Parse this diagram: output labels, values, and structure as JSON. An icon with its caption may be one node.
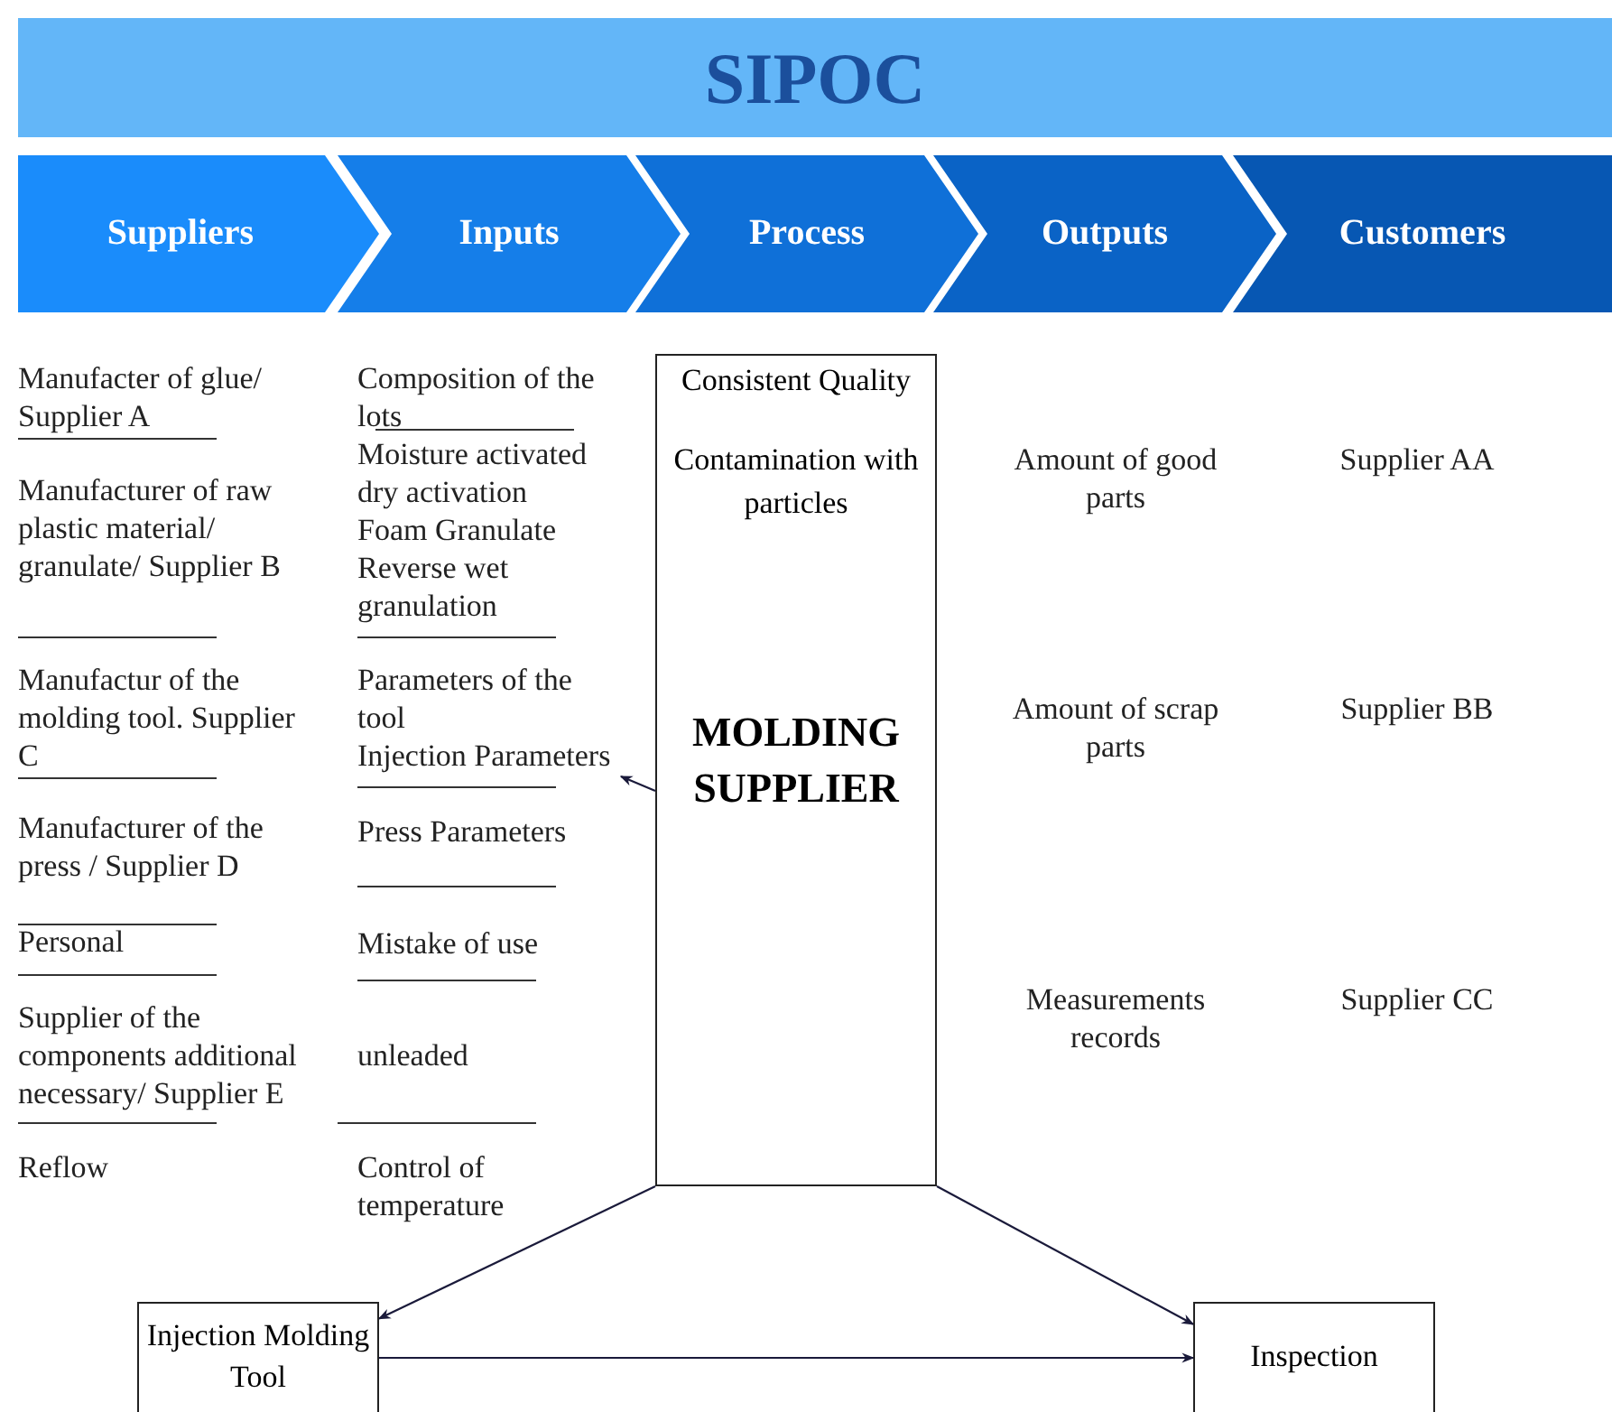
{
  "diagram": {
    "title": "SIPOC",
    "nodes": [
      {
        "text": [
          "Suppliers"
        ]
      },
      {
        "text": [
          "Inputs"
        ]
      },
      {
        "text": [
          "Process"
        ]
      },
      {
        "text": [
          "Outputs"
        ]
      },
      {
        "text": [
          "Customers"
        ]
      },
      {
        "text": [
          "Consistent Quality",
          "Contamination with particles",
          "MOLDING SUPPLIER"
        ]
      },
      {
        "text": [
          "Injection Molding Tool"
        ]
      },
      {
        "text": [
          "Inspection"
        ]
      },
      {
        "text": [
          "Injection Parameters"
        ]
      }
    ],
    "edges": [
      {
        "from": 5,
        "to": 8,
        "arrow": "to"
      },
      {
        "from": 5,
        "to": 6,
        "arrow": "to"
      },
      {
        "from": 5,
        "to": 7,
        "arrow": "to"
      },
      {
        "from": 6,
        "to": 7,
        "arrow": "to"
      }
    ],
    "labels": [
      "Manufacter of glue/ Supplier A",
      "Manufacturer of raw plastic material/ granulate/ Supplier B",
      "Manufactur of the molding tool. Supplier C",
      "Manufacturer of the press / Supplier D",
      "Personal",
      "Supplier of the components additional necessary/ Supplier E",
      "Reflow",
      "Composition of the lots",
      "Moisture activated dry activation",
      "Foam Granulate",
      "Reverse wet granulation",
      "Parameters of the tool",
      "Press Parameters",
      "Mistake of use",
      "unleaded",
      "Control of temperature",
      "Amount of good parts",
      "Amount of scrap parts",
      "Measurements records",
      "Supplier AA",
      "Supplier BB",
      "Supplier CC"
    ]
  }
}
